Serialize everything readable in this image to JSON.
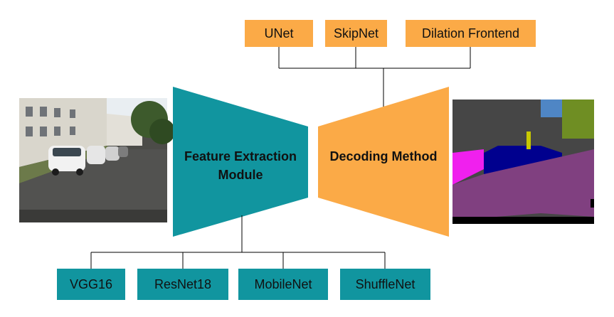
{
  "colors": {
    "encoder": "#11959f",
    "decoder": "#fbaa47",
    "line": "#000000",
    "text": "#111111"
  },
  "encoder": {
    "label_line1": "Feature Extraction",
    "label_line2": "Module"
  },
  "decoder": {
    "label": "Decoding Method"
  },
  "decoders": [
    "UNet",
    "SkipNet",
    "Dilation Frontend"
  ],
  "encoders": [
    "VGG16",
    "ResNet18",
    "MobileNet",
    "ShuffleNet"
  ],
  "images": {
    "input": "street-scene-photo",
    "output": "segmentation-map"
  }
}
